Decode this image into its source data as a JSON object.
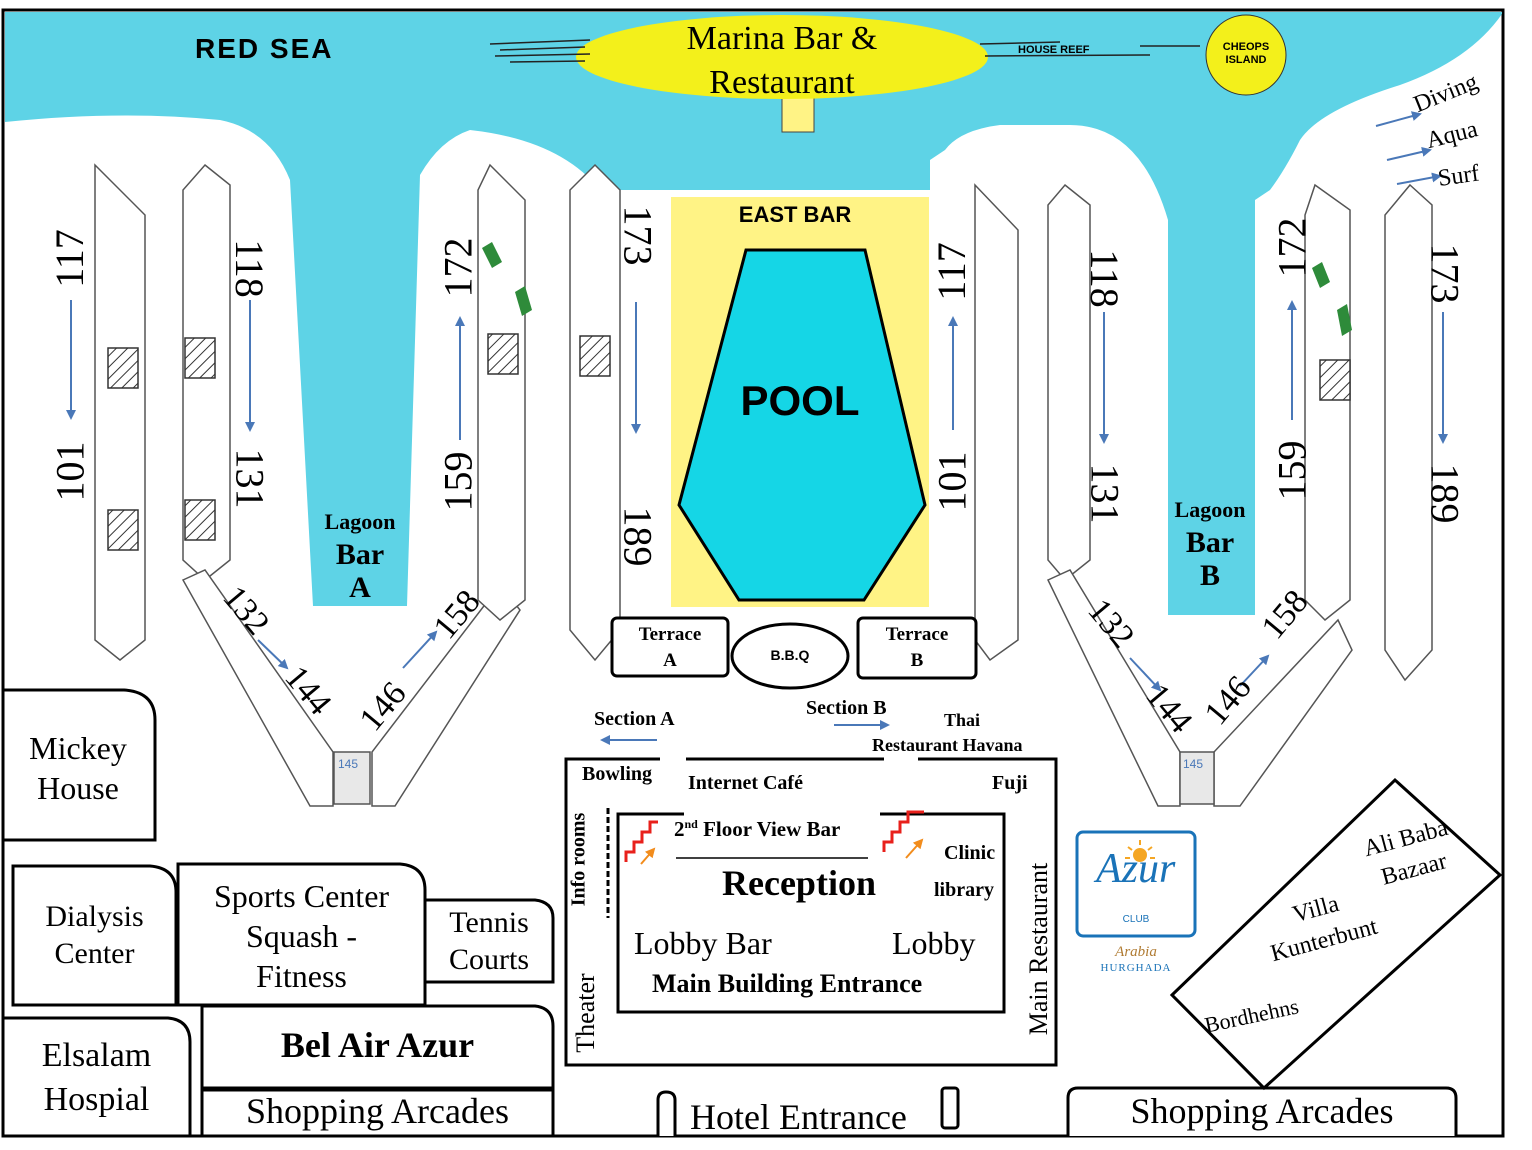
{
  "map": {
    "colors": {
      "sea": "#5ed3e6",
      "sand": "#ffffff",
      "pool": "#15d6e6",
      "east_bar_bg": "#fff385",
      "marina_ellipse": "#f3f01b",
      "cheops": "#f3f01b",
      "arrow": "#4a78b8",
      "room_number": "#4a78b8",
      "green_room": "#2e8b3a",
      "stairs_red": "#e8201b",
      "stairs_arrow": "#f28c1c",
      "azur_blue": "#1a73b8",
      "azur_sun": "#f5a623"
    },
    "sea_labels": {
      "red_sea": "RED SEA",
      "house_reef": "HOUSE REEF",
      "cheops_island": [
        "CHEOPS",
        "ISLAND"
      ]
    },
    "marina": [
      "Marina Bar &",
      "Restaurant"
    ],
    "pool": {
      "east_bar": "EAST BAR",
      "label": "POOL"
    },
    "lagoon_a": [
      "Lagoon",
      "Bar",
      "A"
    ],
    "lagoon_b": [
      "Lagoon",
      "Bar",
      "B"
    ],
    "water_sports": [
      "Diving",
      "Aqua",
      "Surf"
    ],
    "room_ranges": {
      "n117": "117",
      "n101": "101",
      "n118": "118",
      "n131": "131",
      "n172": "172",
      "n159": "159",
      "n173": "173",
      "n189": "189",
      "n132": "132",
      "n144": "144",
      "n146": "146",
      "n158": "158",
      "n145": "145"
    },
    "terrace_a": [
      "Terrace",
      "A"
    ],
    "bbq": "B.B.Q",
    "terrace_b": [
      "Terrace",
      "B"
    ],
    "section_a": "Section  A",
    "section_b": "Section  B",
    "thai_havana": [
      "Thai",
      "Restaurant  Havana"
    ],
    "main_building": {
      "bowling": "Bowling",
      "internet_cafe": "Internet  Café",
      "fuji": "Fuji",
      "view_bar_prefix": "2",
      "view_bar_sup": "nd",
      "view_bar_rest": " Floor View Bar",
      "clinic": "Clinic",
      "library": "library",
      "reception": "Reception",
      "lobby_bar": "Lobby  Bar",
      "lobby": "Lobby",
      "main_entrance": "Main  Building  Entrance",
      "info_rooms": "Info rooms",
      "theater": "Theater",
      "main_restaurant": "Main  Restaurant"
    },
    "facilities": {
      "mickey_house": [
        "Mickey",
        "House"
      ],
      "dialysis_center": [
        "Dialysis",
        "Center"
      ],
      "sports_center": [
        "Sports Center",
        "Squash -",
        "Fitness"
      ],
      "tennis_courts": [
        "Tennis",
        "Courts"
      ],
      "elsalam_hospital": [
        "Elsalam",
        "Hospial"
      ],
      "bel_air_azur": "Bel Air Azur",
      "shopping_left": "Shopping Arcades",
      "hotel_entrance": "Hotel Entrance",
      "shopping_right": "Shopping Arcades"
    },
    "azur_logo": {
      "brand": "Azur",
      "club": "CLUB",
      "arabia": "Arabia",
      "hurghada": "HURGHADA"
    },
    "diamond": {
      "ali_baba": [
        "Ali Baba",
        "Bazaar"
      ],
      "villa": [
        "Villa",
        "Kunterbunt"
      ],
      "bordhehns": "Bordhehns"
    }
  }
}
